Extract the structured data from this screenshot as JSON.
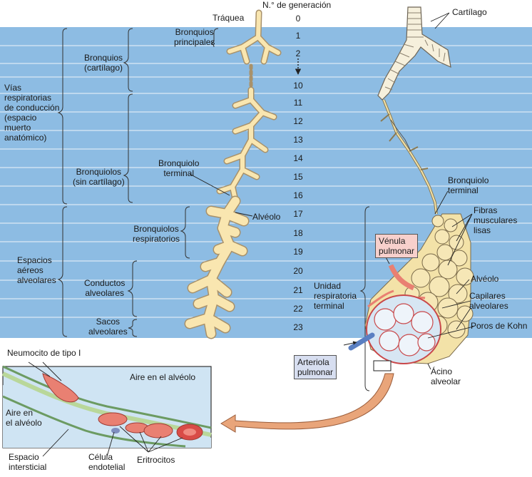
{
  "header": {
    "generation_title": "N.° de generación",
    "trachea": "Tráquea"
  },
  "generations": [
    "0",
    "1",
    "2",
    "10",
    "11",
    "12",
    "13",
    "14",
    "15",
    "16",
    "17",
    "18",
    "19",
    "20",
    "21",
    "22",
    "23"
  ],
  "zones": {
    "conducting": "Vías\nrespiratorias\nde conducción\n(espacio\nmuerto\nanatómico)",
    "respiratory": "Espacios\naéreos\nalveolares"
  },
  "left_labels": {
    "main_bronchi": "Bronquios\nprincipales",
    "bronchi": "Bronquios\n(cartílago)",
    "bronchioles": "Bronquiolos\n(sin cartílago)",
    "terminal_bronchiole": "Bronquiolo\nterminal",
    "respiratory_bronchioles": "Bronquiolos\nrespiratorios",
    "alveolus": "Alvéolo",
    "alveolar_ducts": "Conductos\nalveolares",
    "alveolar_sacs": "Sacos\nalveolares"
  },
  "right_labels": {
    "cartilage": "Cartílago",
    "terminal_bronchiole": "Bronquiolo\nterminal",
    "smooth_muscle": "Fibras\nmusculares\nlisas",
    "venule": "Vénula\npulmonar",
    "alveolus": "Alvéolo",
    "capillaries": "Capilares\nalveolares",
    "pores": "Poros de Kohn",
    "terminal_unit": "Unidad\nrespiratoria\nterminal",
    "arteriole": "Arteriola\npulmonar",
    "acinus": "Ácino\nalveolar"
  },
  "inset": {
    "type1": "Neumocito de tipo I",
    "air_top": "Aire en el alvéolo",
    "air_left": "Aire en\nel alvéolo",
    "interstitial": "Espacio\nintersticial",
    "endothelial": "Célula\nendotelial",
    "erythrocytes": "Eritrocitos"
  },
  "colors": {
    "band": "#8dbce3",
    "airway": "#f9e6b0",
    "airway_stroke": "#a8916a",
    "venule_box": "#f7d0cc",
    "arteriole_box": "#d7def0",
    "vessel_red": "#e98072",
    "vessel_blue": "#5a7fc2"
  }
}
